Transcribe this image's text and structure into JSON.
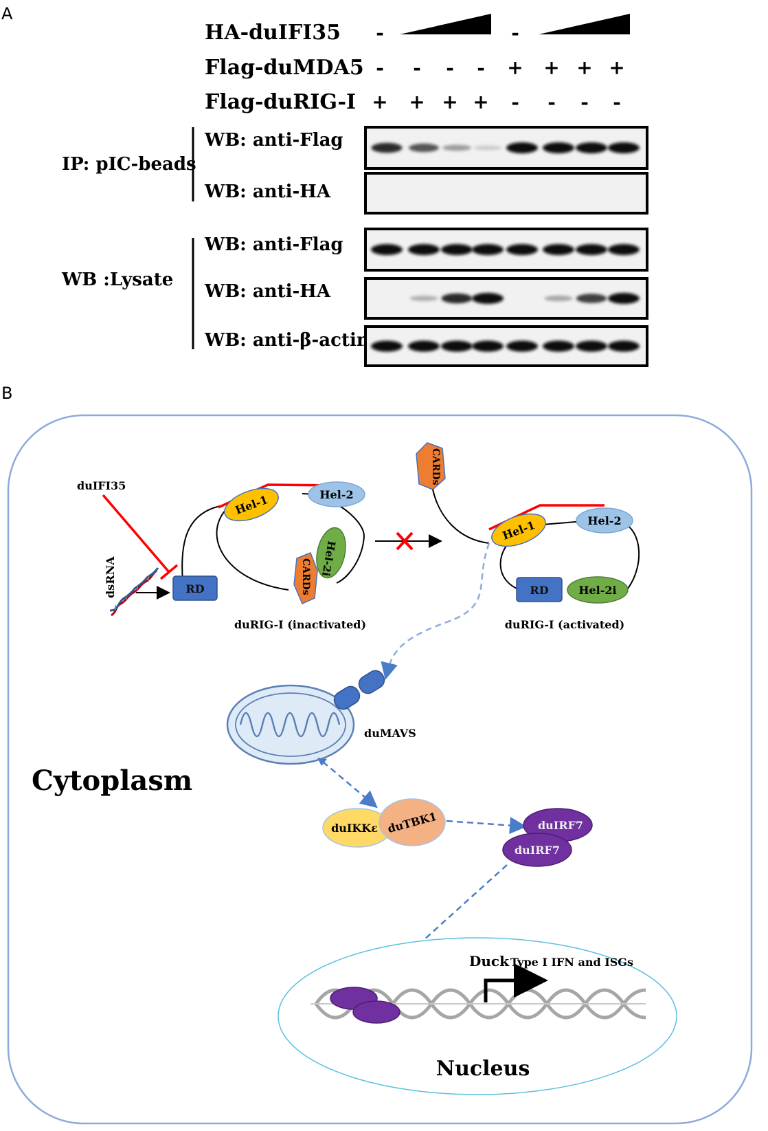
{
  "panel_a": {
    "panel_label": "A",
    "rows": [
      {
        "label": "HA-duIFI35",
        "marks": [
          "-",
          "",
          "",
          "",
          "-",
          "",
          "",
          ""
        ]
      },
      {
        "label": "Flag-duMDA5",
        "marks": [
          "-",
          "-",
          "-",
          "-",
          "+",
          "+",
          "+",
          "+"
        ]
      },
      {
        "label": "Flag-duRIG-I",
        "marks": [
          "+",
          "+",
          "+",
          "+",
          "-",
          "-",
          "-",
          "-"
        ]
      }
    ],
    "group_ip": "IP: pIC-beads",
    "group_lysate": "WB :Lysate",
    "blots": [
      {
        "label": "WB: anti-Flag",
        "bands": [
          0.85,
          0.65,
          0.3,
          0.08,
          1,
          1,
          1,
          1
        ]
      },
      {
        "label": "WB: anti-HA",
        "bands": [
          0,
          0,
          0,
          0,
          0,
          0,
          0,
          0
        ]
      },
      {
        "label": "WB: anti-Flag",
        "bands": [
          1,
          1,
          1,
          1,
          1,
          1,
          1,
          1
        ]
      },
      {
        "label": "WB: anti-HA",
        "bands": [
          0,
          0.2,
          0.85,
          1,
          0,
          0.25,
          0.75,
          1
        ]
      },
      {
        "label": "WB: anti-β-actin",
        "bands": [
          1,
          1,
          1,
          1,
          1,
          1,
          1,
          1
        ]
      }
    ]
  },
  "panel_b": {
    "panel_label": "B",
    "inhibitor": "duIFI35",
    "dsrna": "dsRNA",
    "rd": "RD",
    "hel1": "Hel-1",
    "hel2": "Hel-2",
    "hel2i": "Hel-2i",
    "cards": "CARDs",
    "inactive_caption": "duRIG-I (inactivated)",
    "active_caption": "duRIG-I (activated)",
    "mavs": "duMAVS",
    "cytoplasm": "Cytoplasm",
    "ikk": "duIKKε",
    "tbk": "duTBK1",
    "irf7": "duIRF7",
    "duck": "Duck",
    "ifn": "Type I IFN and ISGs",
    "nucleus": "Nucleus",
    "colors": {
      "rd": "#4472c4",
      "hel1": "#ffc000",
      "hel2": "#9dc3e6",
      "hel2i": "#70ad47",
      "cards": "#ed7d31",
      "irf7": "#7030a0",
      "ikk": "#ffd966",
      "tbk": "#f4b183",
      "inhibit": "#ff0000"
    }
  }
}
